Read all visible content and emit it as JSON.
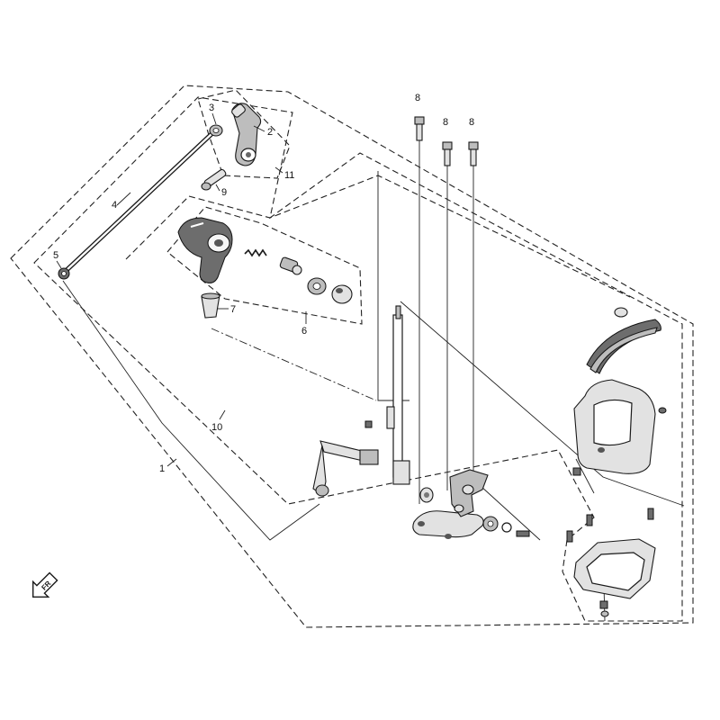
{
  "callouts": {
    "c1": "1",
    "c2": "2",
    "c3": "3",
    "c4": "4",
    "c5": "5",
    "c6": "6",
    "c7": "7",
    "c8a": "8",
    "c8b": "8",
    "c8c": "8",
    "c9": "9",
    "c10": "10",
    "c11": "11"
  },
  "direction_arrow": {
    "label": "FR",
    "icon": "front-direction-arrow-icon"
  },
  "colors": {
    "line": "#1a1a1a",
    "part_fill_grey": "#bdbdbd",
    "part_fill_dark": "#6d6d6d",
    "background": "#ffffff"
  }
}
